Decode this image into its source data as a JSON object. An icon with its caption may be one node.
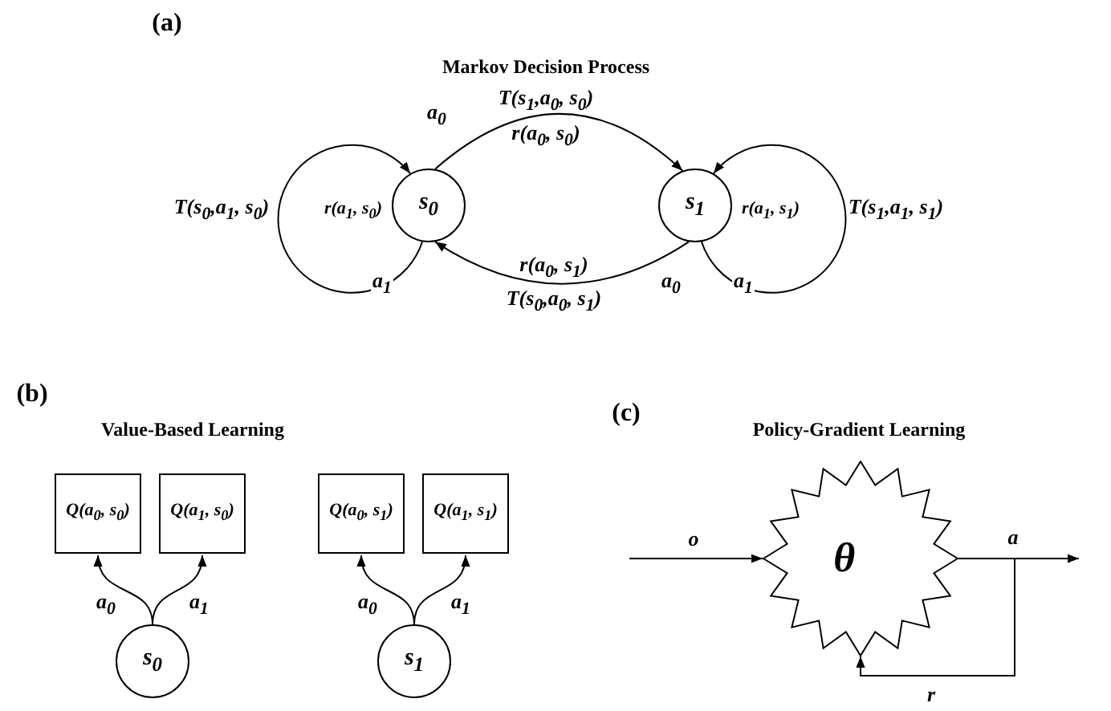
{
  "diagram": {
    "nodes": [
      {
        "text": [
          "s$_{0}$"
        ]
      },
      {
        "text": [
          "s$_{1}$"
        ]
      },
      {
        "text": [
          "Q(a$_{0}$, s$_{0}$)"
        ]
      },
      {
        "text": [
          "Q(a$_{1}$, s$_{0}$)"
        ]
      },
      {
        "text": [
          "Q(a$_{0}$, s$_{1}$)"
        ]
      },
      {
        "text": [
          "Q(a$_{1}$, s$_{1}$)"
        ]
      },
      {
        "text": [
          "s$_{0}$"
        ]
      },
      {
        "text": [
          "s$_{1}$"
        ]
      },
      {
        "text": [
          "θ⃗"
        ]
      }
    ],
    "edges": [
      {
        "from": 0,
        "to": 0,
        "arrow": "to",
        "label": "a$_{1}$"
      },
      {
        "from": 0,
        "to": 1,
        "arrow": "to",
        "label": "a$_{0}$"
      },
      {
        "from": 1,
        "to": 0,
        "arrow": "to",
        "label": "a$_{0}$"
      },
      {
        "from": 1,
        "to": 1,
        "arrow": "to",
        "label": "a$_{1}$"
      },
      {
        "from": 6,
        "to": 2,
        "arrow": "to",
        "label": "a$_{0}$"
      },
      {
        "from": 6,
        "to": 3,
        "arrow": "to",
        "label": "a$_{1}$"
      },
      {
        "from": 7,
        "to": 4,
        "arrow": "to",
        "label": "a$_{0}$"
      },
      {
        "from": 7,
        "to": 5,
        "arrow": "to",
        "label": "a$_{1}$"
      },
      {
        "from": null,
        "to": 8,
        "arrow": "to",
        "label": "o"
      },
      {
        "from": 8,
        "to": null,
        "arrow": "to",
        "label": "a"
      },
      {
        "from": null,
        "to": 8,
        "arrow": "to",
        "label": "r"
      }
    ],
    "labels": [
      "(a)",
      "Markov Decision Process",
      "T(s$_{1}$,a$_{0}$, s$_{0}$)",
      "r(a$_{0}$, s$_{0}$)",
      "T(s$_{0}$,a$_{1}$, s$_{0}$)",
      "r(a$_{1}$, s$_{0}$)",
      "r(a$_{1}$, s$_{1}$)",
      "T(s$_{1}$,a$_{1}$, s$_{1}$)",
      "r(a$_{0}$, s$_{1}$)",
      "T(s$_{0}$,a$_{0}$, s$_{1}$)",
      "(b)",
      "(c)",
      "Value-Based Learning",
      "Policy-Gradient Learning"
    ]
  }
}
